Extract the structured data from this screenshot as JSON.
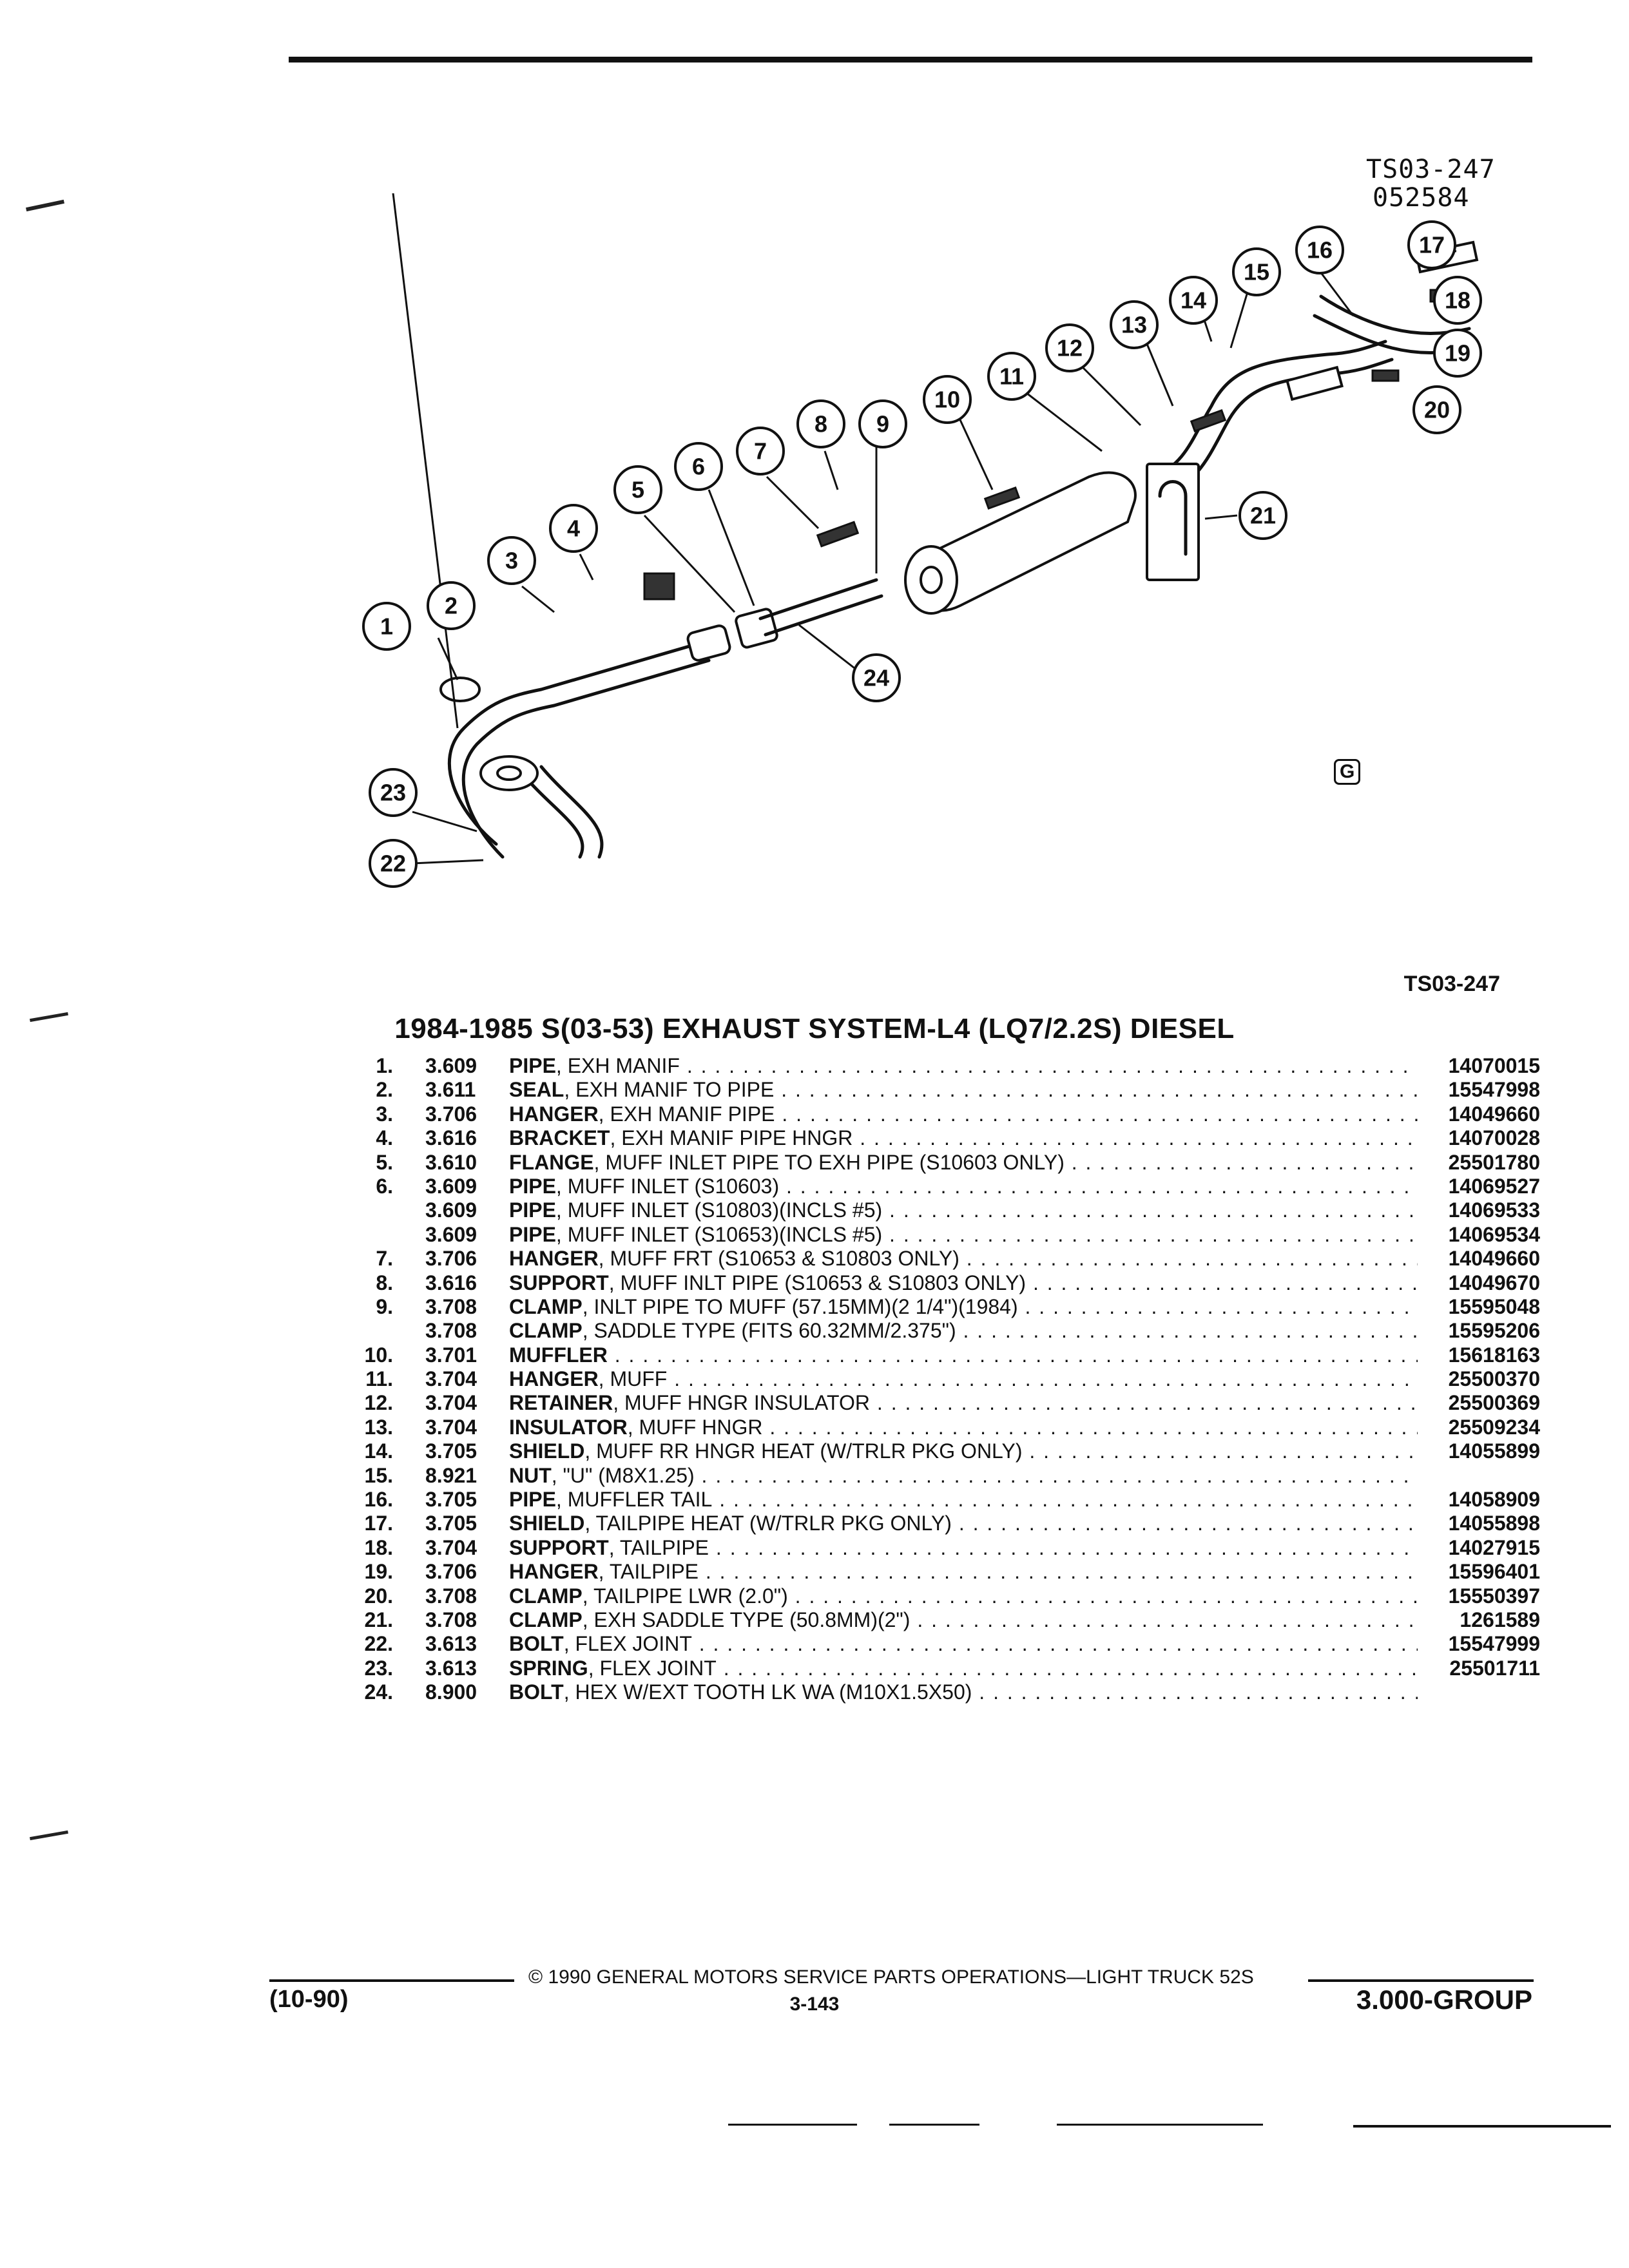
{
  "header": {
    "illustration_code": "TS03-247",
    "date_code": "052584"
  },
  "figure_ref": "TS03-247",
  "logo_text": "G",
  "title": "1984-1985 S(03-53) EXHAUST SYSTEM-L4 (LQ7/2.2S) DIESEL",
  "callouts": [
    "1",
    "2",
    "3",
    "4",
    "5",
    "6",
    "7",
    "8",
    "9",
    "10",
    "11",
    "12",
    "13",
    "14",
    "15",
    "16",
    "17",
    "18",
    "19",
    "20",
    "21",
    "22",
    "23",
    "24"
  ],
  "parts": [
    {
      "num": "1.",
      "group": "3.609",
      "name": "PIPE",
      "detail": ", EXH MANIF",
      "part_no": "14070015"
    },
    {
      "num": "2.",
      "group": "3.611",
      "name": "SEAL",
      "detail": ", EXH MANIF TO PIPE",
      "part_no": "15547998"
    },
    {
      "num": "3.",
      "group": "3.706",
      "name": "HANGER",
      "detail": ", EXH MANIF PIPE",
      "part_no": "14049660"
    },
    {
      "num": "4.",
      "group": "3.616",
      "name": "BRACKET",
      "detail": ", EXH MANIF PIPE HNGR",
      "part_no": "14070028"
    },
    {
      "num": "5.",
      "group": "3.610",
      "name": "FLANGE",
      "detail": ", MUFF INLET PIPE TO EXH PIPE (S10603 ONLY)",
      "part_no": "25501780"
    },
    {
      "num": "6.",
      "group": "3.609",
      "name": "PIPE",
      "detail": ", MUFF INLET (S10603)",
      "part_no": "14069527"
    },
    {
      "num": "",
      "group": "3.609",
      "name": "PIPE",
      "detail": ", MUFF INLET (S10803)(INCLS #5)",
      "part_no": "14069533"
    },
    {
      "num": "",
      "group": "3.609",
      "name": "PIPE",
      "detail": ", MUFF INLET (S10653)(INCLS #5)",
      "part_no": "14069534"
    },
    {
      "num": "7.",
      "group": "3.706",
      "name": "HANGER",
      "detail": ", MUFF FRT (S10653 & S10803 ONLY)",
      "part_no": "14049660"
    },
    {
      "num": "8.",
      "group": "3.616",
      "name": "SUPPORT",
      "detail": ", MUFF INLT PIPE (S10653 & S10803 ONLY)",
      "part_no": "14049670"
    },
    {
      "num": "9.",
      "group": "3.708",
      "name": "CLAMP",
      "detail": ", INLT PIPE TO MUFF (57.15MM)(2 1/4\")(1984)",
      "part_no": "15595048"
    },
    {
      "num": "",
      "group": "3.708",
      "name": "CLAMP",
      "detail": ", SADDLE TYPE (FITS 60.32MM/2.375\")",
      "part_no": "15595206"
    },
    {
      "num": "10.",
      "group": "3.701",
      "name": "MUFFLER",
      "detail": "",
      "part_no": "15618163"
    },
    {
      "num": "11.",
      "group": "3.704",
      "name": "HANGER",
      "detail": ", MUFF",
      "part_no": "25500370"
    },
    {
      "num": "12.",
      "group": "3.704",
      "name": "RETAINER",
      "detail": ", MUFF HNGR INSULATOR",
      "part_no": "25500369"
    },
    {
      "num": "13.",
      "group": "3.704",
      "name": "INSULATOR",
      "detail": ", MUFF HNGR",
      "part_no": "25509234"
    },
    {
      "num": "14.",
      "group": "3.705",
      "name": "SHIELD",
      "detail": ", MUFF RR HNGR HEAT (W/TRLR PKG ONLY)",
      "part_no": "14055899"
    },
    {
      "num": "15.",
      "group": "8.921",
      "name": "NUT",
      "detail": ", \"U\" (M8X1.25)",
      "part_no": ""
    },
    {
      "num": "16.",
      "group": "3.705",
      "name": "PIPE",
      "detail": ", MUFFLER TAIL",
      "part_no": "14058909"
    },
    {
      "num": "17.",
      "group": "3.705",
      "name": "SHIELD",
      "detail": ", TAILPIPE HEAT (W/TRLR PKG ONLY)",
      "part_no": "14055898"
    },
    {
      "num": "18.",
      "group": "3.704",
      "name": "SUPPORT",
      "detail": ", TAILPIPE",
      "part_no": "14027915"
    },
    {
      "num": "19.",
      "group": "3.706",
      "name": "HANGER",
      "detail": ", TAILPIPE",
      "part_no": "15596401"
    },
    {
      "num": "20.",
      "group": "3.708",
      "name": "CLAMP",
      "detail": ", TAILPIPE LWR (2.0\")",
      "part_no": "15550397"
    },
    {
      "num": "21.",
      "group": "3.708",
      "name": "CLAMP",
      "detail": ", EXH SADDLE TYPE (50.8MM)(2\")",
      "part_no": "1261589"
    },
    {
      "num": "22.",
      "group": "3.613",
      "name": "BOLT",
      "detail": ", FLEX JOINT",
      "part_no": "15547999"
    },
    {
      "num": "23.",
      "group": "3.613",
      "name": "SPRING",
      "detail": ", FLEX JOINT",
      "part_no": "25501711"
    },
    {
      "num": "24.",
      "group": "8.900",
      "name": "BOLT",
      "detail": ", HEX W/EXT TOOTH LK WA (M10X1.5X50)",
      "part_no": ""
    }
  ],
  "footer": {
    "copyright": "© 1990 GENERAL MOTORS SERVICE PARTS OPERATIONS—LIGHT TRUCK 52S",
    "revision": "(10-90)",
    "page": "3-143",
    "group": "3.000-GROUP"
  }
}
